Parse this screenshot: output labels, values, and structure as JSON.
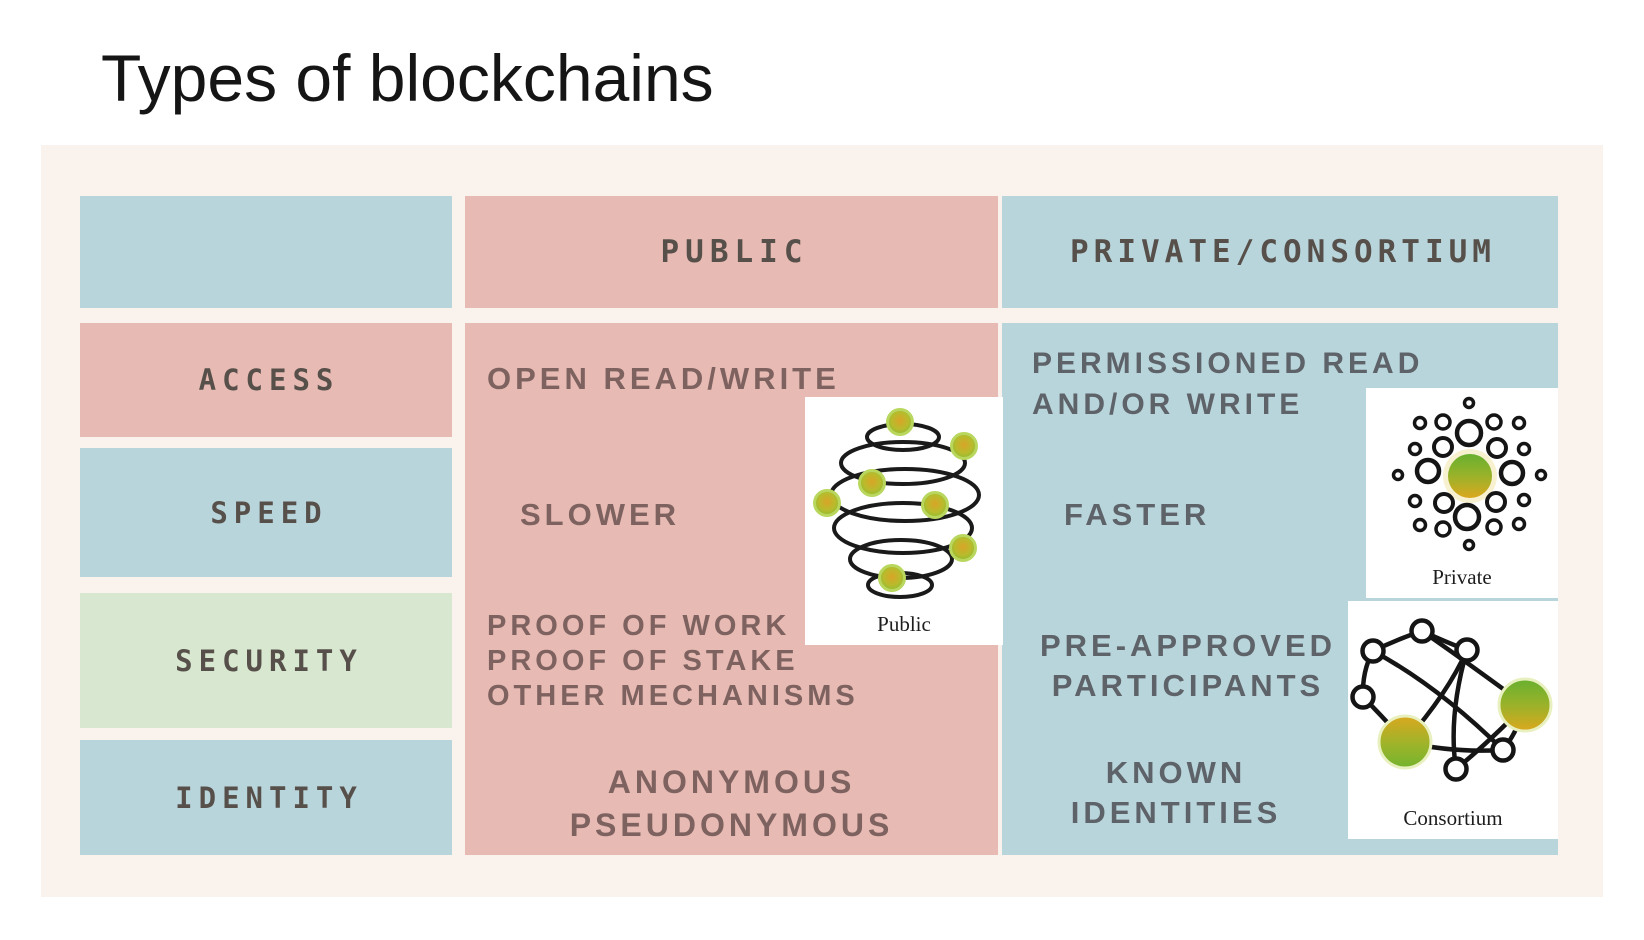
{
  "title": "Types of blockchains",
  "table": {
    "columns": [
      {
        "label": "PUBLIC"
      },
      {
        "label": "PRIVATE/CONSORTIUM"
      }
    ],
    "rows": [
      {
        "label": "ACCESS"
      },
      {
        "label": "SPEED"
      },
      {
        "label": "SECURITY"
      },
      {
        "label": "IDENTITY"
      }
    ],
    "public": {
      "access": "OPEN READ/WRITE",
      "speed": "SLOWER",
      "security": [
        "PROOF OF WORK",
        "PROOF OF STAKE",
        "OTHER MECHANISMS"
      ],
      "identity": [
        "ANONYMOUS",
        "PSEUDONYMOUS"
      ]
    },
    "private": {
      "access": [
        "PERMISSIONED READ",
        "AND/OR WRITE"
      ],
      "speed": "FASTER",
      "security": [
        "PRE-APPROVED",
        "PARTICIPANTS"
      ],
      "identity": [
        "KNOWN",
        "IDENTITIES"
      ]
    }
  },
  "figures": {
    "public": {
      "caption": "Public"
    },
    "private": {
      "caption": "Private"
    },
    "consortium": {
      "caption": "Consortium"
    }
  },
  "colors": {
    "panel_bg": "#faf2ec",
    "pink": "#e7bab3",
    "blue": "#b9d5dc",
    "green": "#d8e7cf",
    "header_text": "#57504a",
    "public_text": "#7d6260",
    "private_text": "#5d6368",
    "node_green": "#8abb33",
    "node_orange": "#d9a81f"
  }
}
